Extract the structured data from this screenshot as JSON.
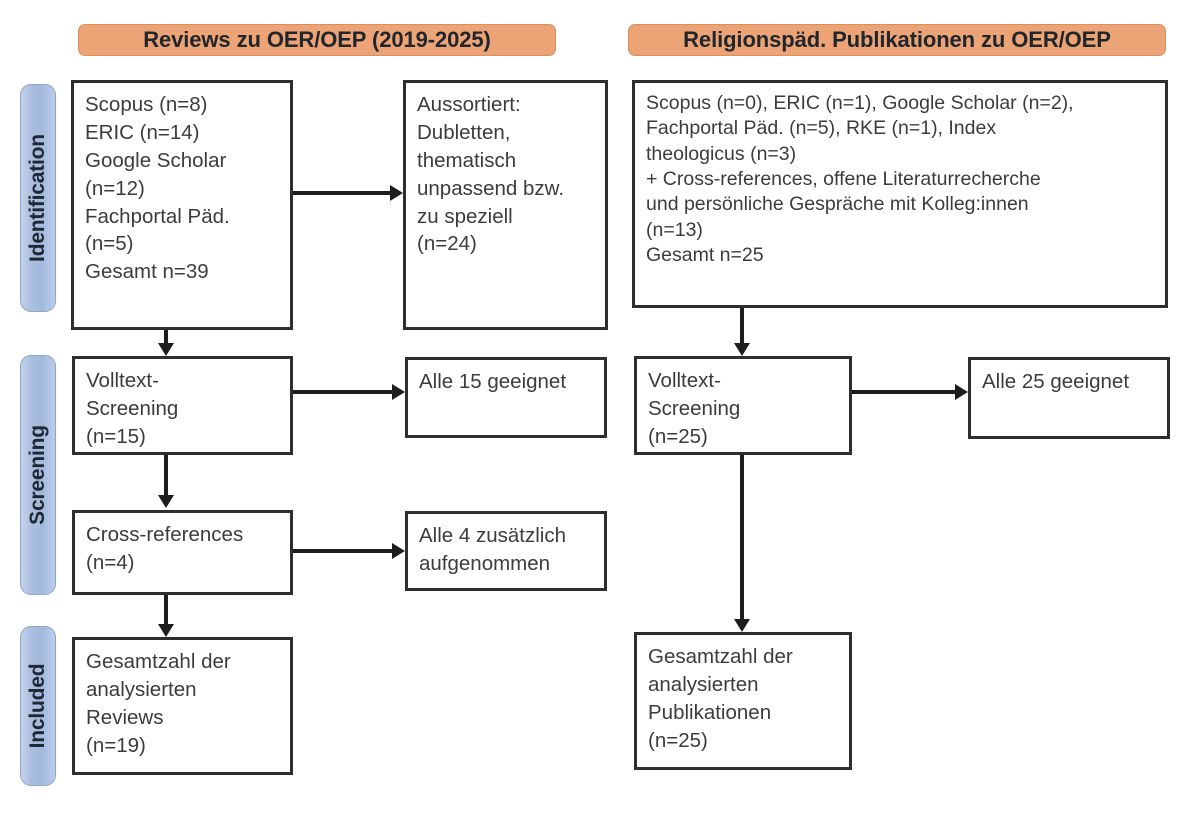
{
  "diagram": {
    "type": "prisma-flow-diagram",
    "colors": {
      "header_orange": "#ECA477",
      "phase_blue": "#A9BEDF",
      "box_border": "#2E2E2E",
      "text": "#3C3C3C"
    },
    "phases": [
      {
        "id": "identification",
        "label": "Identification"
      },
      {
        "id": "screening",
        "label": "Screening"
      },
      {
        "id": "included",
        "label": "Included"
      }
    ],
    "columns": [
      {
        "id": "left",
        "header": "Reviews zu OER/OEP (2019-2025)"
      },
      {
        "id": "right",
        "header": "Religionspäd. Publikationen zu OER/OEP"
      }
    ],
    "boxes": {
      "left_sources": {
        "lines": [
          "Scopus (n=8)",
          "ERIC (n=14)",
          "Google Scholar",
          "(n=12)",
          "Fachportal Päd.",
          "(n=5)",
          "Gesamt n=39"
        ]
      },
      "left_excluded": {
        "lines": [
          "Aussortiert:",
          "Dubletten,",
          "thematisch",
          "unpassend bzw.",
          "zu speziell",
          "(n=24)"
        ]
      },
      "left_fulltext": {
        "lines": [
          "Volltext-",
          "Screening",
          "(n=15)"
        ]
      },
      "left_fulltext_result": {
        "lines": [
          "Alle 15 geeignet"
        ]
      },
      "left_crossrefs": {
        "lines": [
          "Cross-references",
          "(n=4)"
        ]
      },
      "left_crossrefs_result": {
        "lines": [
          "Alle 4 zusätzlich",
          "aufgenommen"
        ]
      },
      "left_included": {
        "lines": [
          "Gesamtzahl der",
          "analysierten",
          "Reviews",
          "(n=19)"
        ]
      },
      "right_sources": {
        "lines": [
          "Scopus (n=0), ERIC (n=1), Google Scholar (n=2),",
          "Fachportal Päd. (n=5), RKE (n=1), Index",
          "theologicus (n=3)",
          "+ Cross-references, offene Literaturrecherche",
          "und persönliche Gespräche mit Kolleg:innen",
          "(n=13)",
          "Gesamt n=25"
        ]
      },
      "right_fulltext": {
        "lines": [
          "Volltext-",
          "Screening",
          "(n=25)"
        ]
      },
      "right_fulltext_result": {
        "lines": [
          "Alle 25 geeignet"
        ]
      },
      "right_included": {
        "lines": [
          "Gesamtzahl der",
          "analysierten",
          "Publikationen",
          "(n=25)"
        ]
      }
    }
  }
}
